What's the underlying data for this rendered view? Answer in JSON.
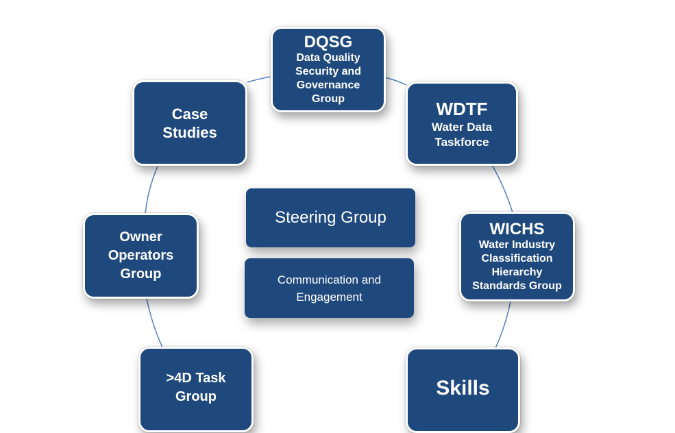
{
  "center": {
    "steering": "Steering Group",
    "communication_line1": "Communication and",
    "communication_line2": "Engagement"
  },
  "groups": {
    "dqsg": {
      "title": "DQSG",
      "lines": [
        "Data Quality",
        "Security and",
        "Governance",
        "Group"
      ]
    },
    "wdtf": {
      "title": "WDTF",
      "lines": [
        "Water Data",
        "Taskforce"
      ]
    },
    "wichs": {
      "title": "WICHS",
      "lines": [
        "Water Industry",
        "Classification",
        "Hierarchy",
        "Standards Group"
      ]
    },
    "case_studies": {
      "lines": [
        "Case",
        "Studies"
      ]
    },
    "owner_operators": {
      "lines": [
        "Owner",
        "Operators",
        "Group"
      ]
    },
    "task_4d": {
      "lines": [
        ">4D Task",
        "Group"
      ]
    },
    "skills": {
      "title": "Skills"
    }
  },
  "colors": {
    "box": "#1f497d",
    "connector": "#4f81bd"
  }
}
